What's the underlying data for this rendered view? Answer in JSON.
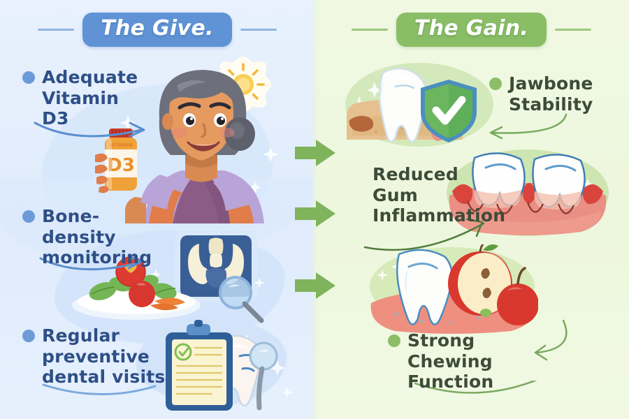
{
  "poster": {
    "title_left": "The Give.",
    "title_right": "The Gain.",
    "colors": {
      "left_bg": "#e4eefc",
      "right_bg": "#eff8e1",
      "badge_blue": "#5f93d6",
      "badge_green": "#89bd66",
      "text_blue": "#2e4f86",
      "text_green": "#3d4b39",
      "arrow_green": "#7fb35c",
      "dot_blue": "#6d9bd8",
      "dot_green": "#8cbe68"
    }
  },
  "left_panel": {
    "header": "The Give.",
    "bullets": [
      {
        "line1": "Adequate",
        "line2": "Vitamin D3",
        "line3": ""
      },
      {
        "line1": "Bone-density",
        "line2": "monitoring",
        "line3": ""
      },
      {
        "line1": "Regular",
        "line2": "preventive",
        "line3": "dental visits"
      }
    ],
    "illustrations": [
      {
        "name": "smiling-woman-with-supplement",
        "label": "D3"
      },
      {
        "name": "sun-icon",
        "label": ""
      },
      {
        "name": "healthy-plate-and-pelvis-xray",
        "label": ""
      },
      {
        "name": "dental-checkup-clipboard",
        "label": ""
      }
    ]
  },
  "right_panel": {
    "header": "The Gain.",
    "bullets": [
      {
        "line1": "Jawbone",
        "line2": "Stability",
        "line3": ""
      },
      {
        "line1": "Reduced",
        "line2": "Gum",
        "line3": "Inflammation"
      },
      {
        "line1": "Strong Chewing",
        "line2": "Function",
        "line3": ""
      }
    ],
    "illustrations": [
      {
        "name": "tooth-in-jawbone-with-shield",
        "label": ""
      },
      {
        "name": "teeth-with-inflamed-gums",
        "label": ""
      },
      {
        "name": "tooth-with-apples",
        "label": ""
      }
    ]
  },
  "arrows": {
    "count": 3,
    "direction": "left-to-right",
    "color": "#7fb35c"
  }
}
